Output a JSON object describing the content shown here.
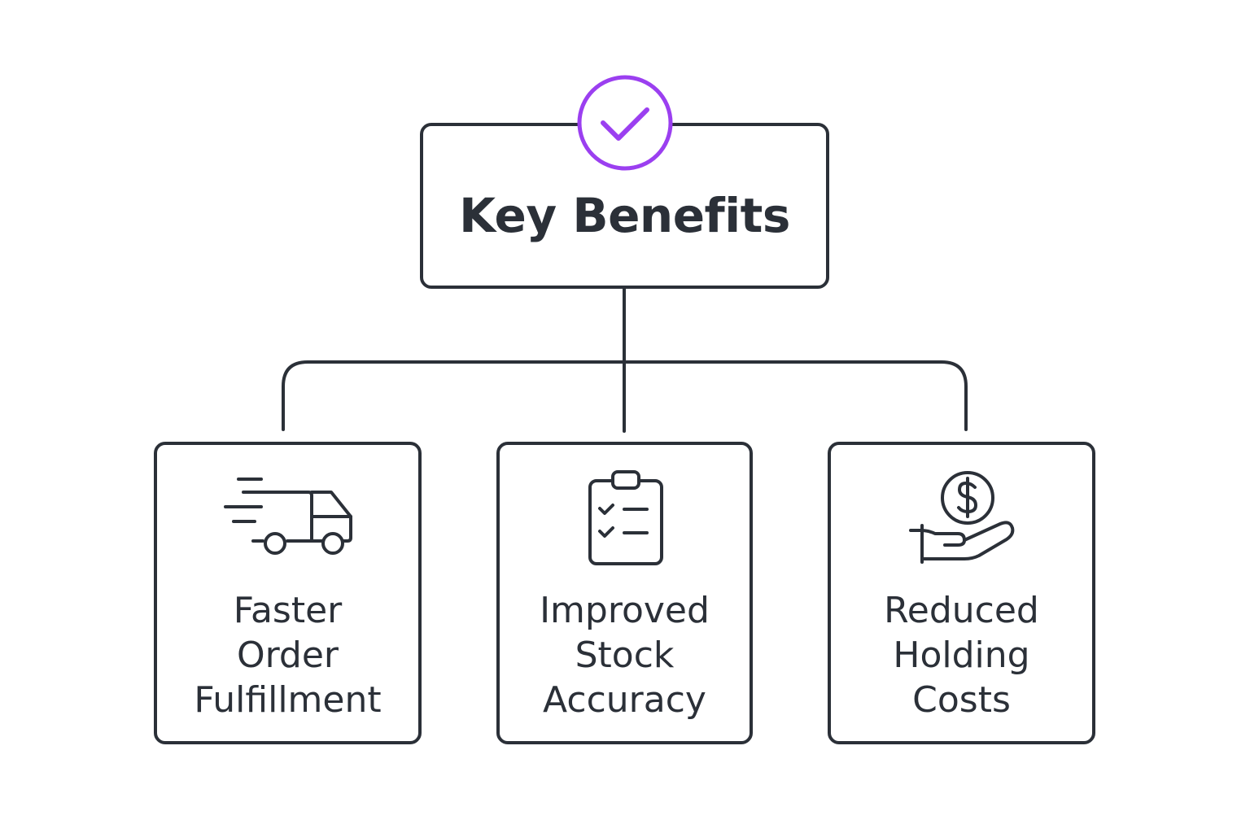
{
  "colors": {
    "stroke": "#2b3038",
    "accent": "#9b3ff0",
    "background": "#ffffff"
  },
  "root": {
    "title": "Key Benefits",
    "icon": "check-circle-icon"
  },
  "benefits": [
    {
      "icon": "delivery-truck-icon",
      "lines": [
        "Faster",
        "Order",
        "Fulfillment"
      ]
    },
    {
      "icon": "clipboard-checklist-icon",
      "lines": [
        "Improved",
        "Stock",
        "Accuracy"
      ]
    },
    {
      "icon": "hand-dollar-coin-icon",
      "lines": [
        "Reduced",
        "Holding",
        "Costs"
      ]
    }
  ]
}
